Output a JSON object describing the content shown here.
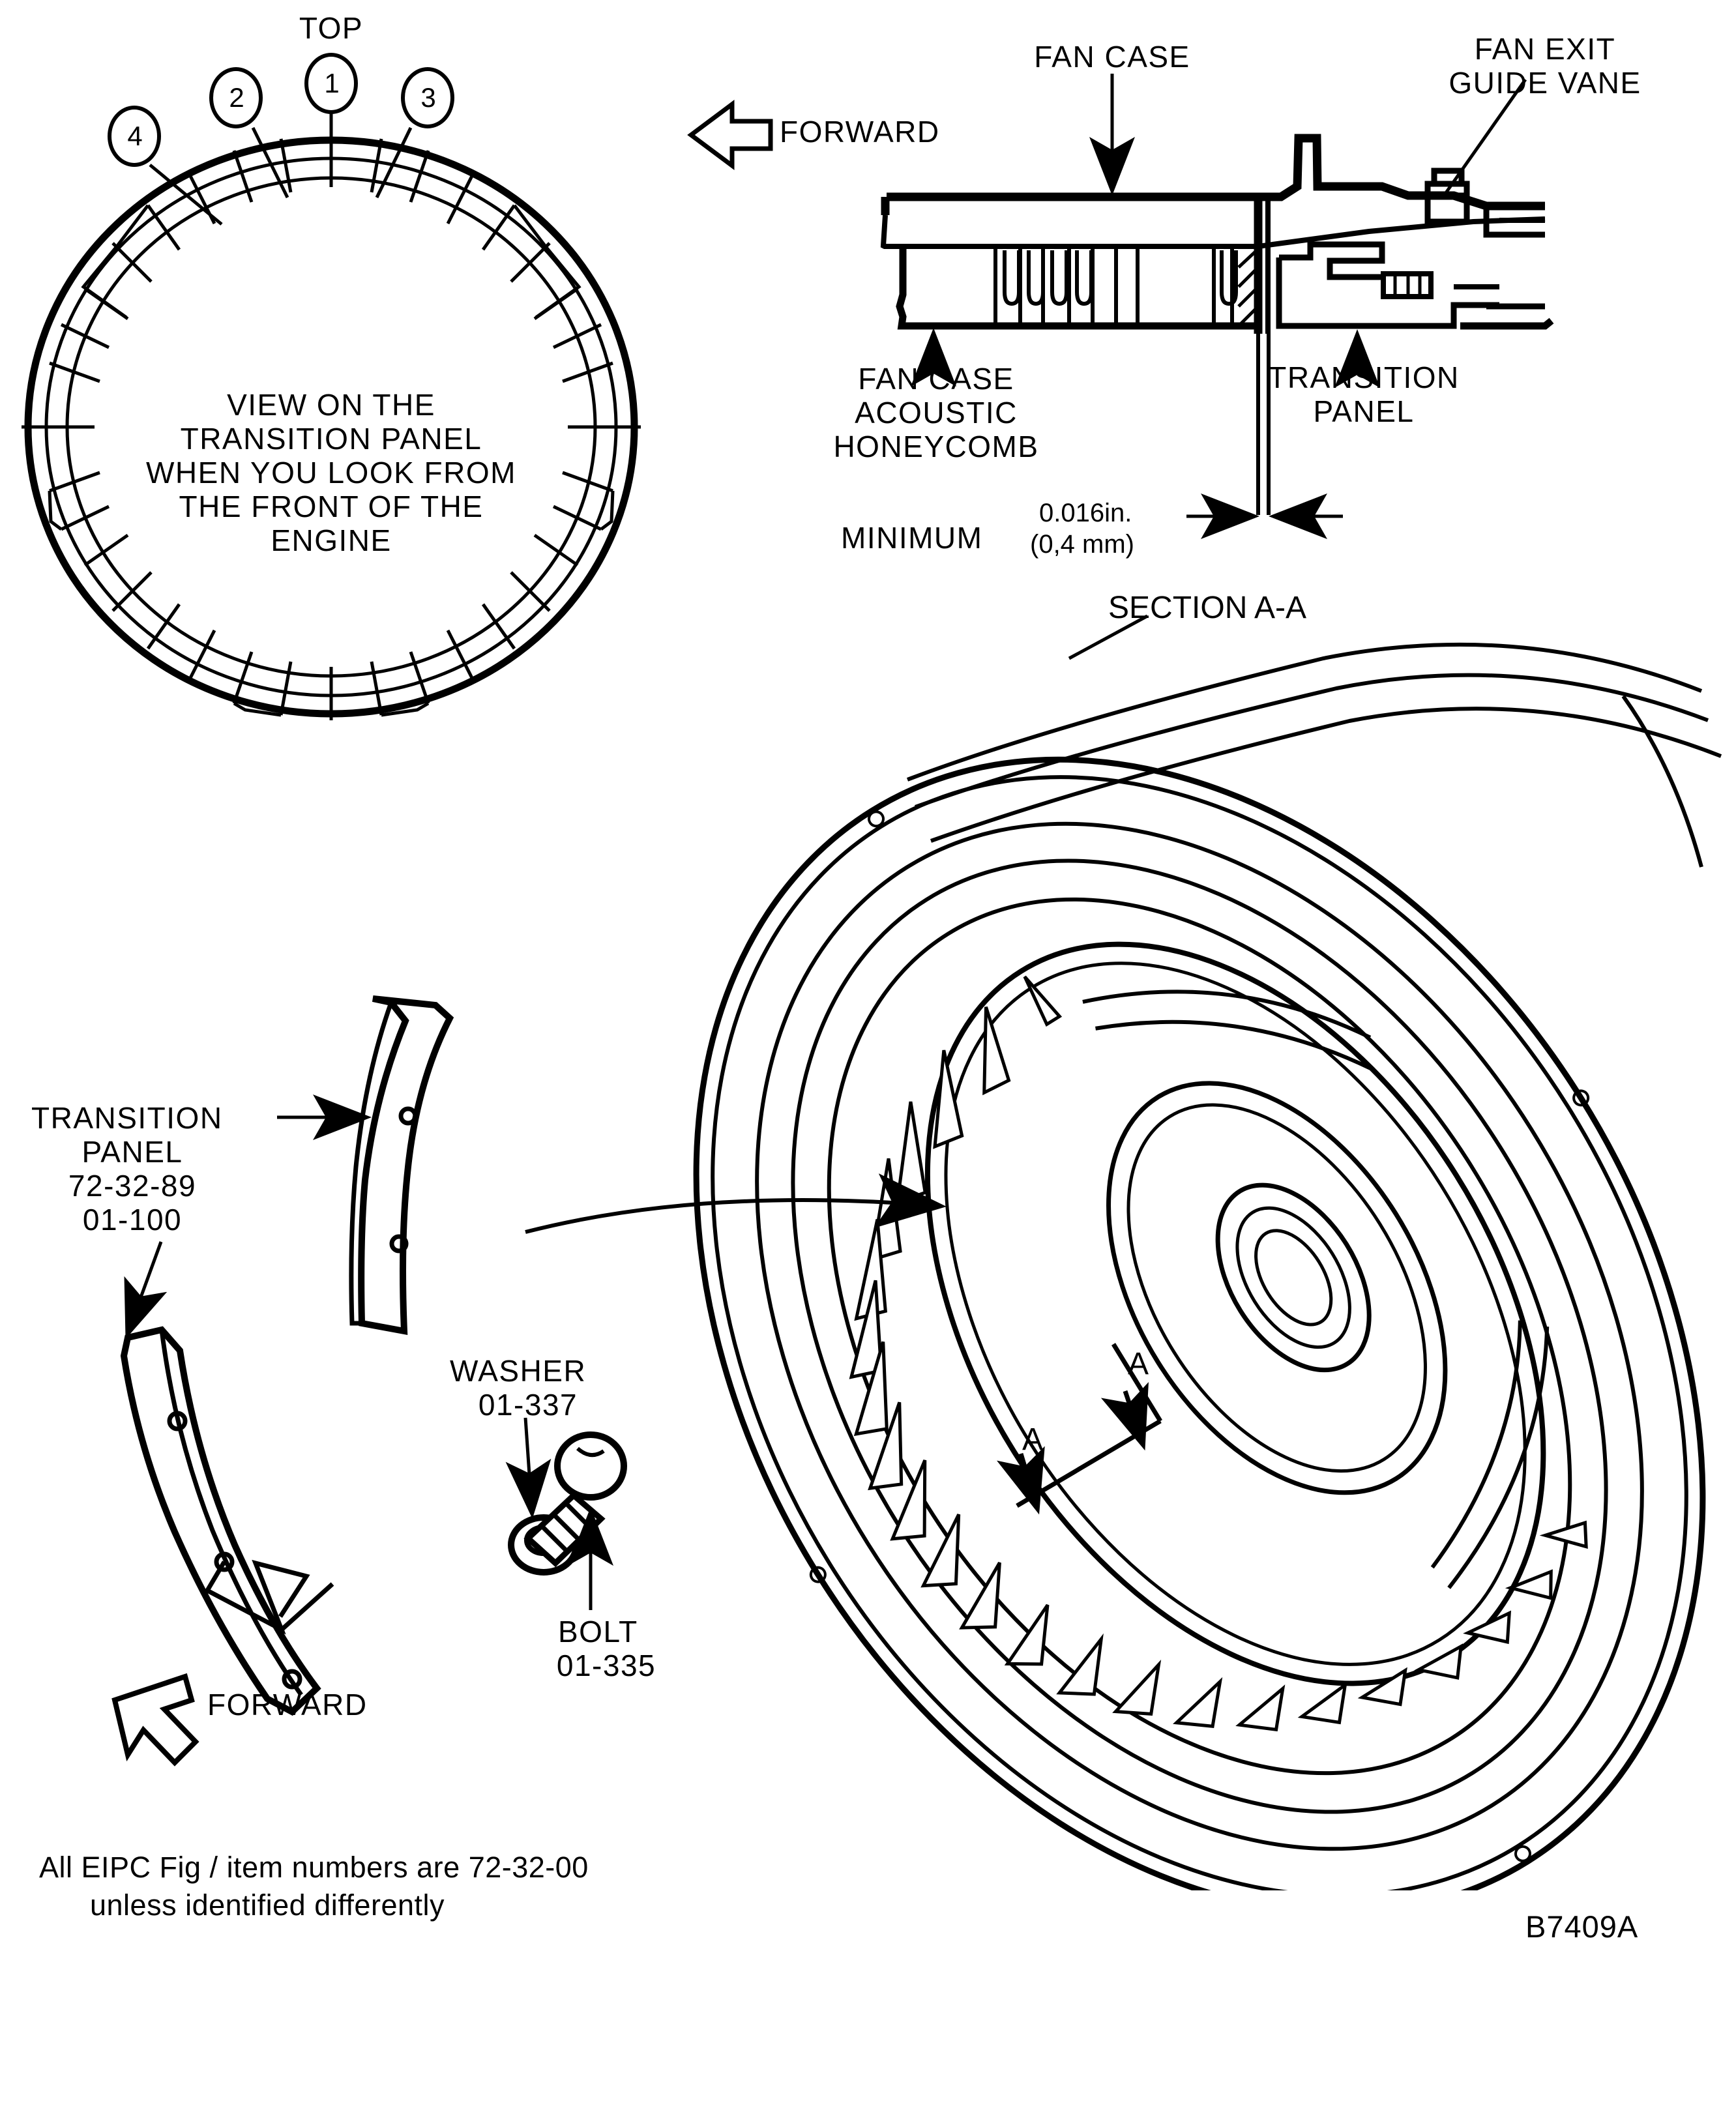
{
  "figure": {
    "id": "B7409A",
    "footnote_line1": "All EIPC Fig / item numbers are 72-32-00",
    "footnote_line2": "unless identified differently"
  },
  "front_view": {
    "top_label": "TOP",
    "callouts": [
      "1",
      "2",
      "3",
      "4"
    ],
    "center_text_lines": [
      "VIEW ON THE",
      "TRANSITION PANEL",
      "WHEN YOU LOOK FROM",
      "THE FRONT OF THE",
      "ENGINE"
    ]
  },
  "section_view": {
    "forward_label": "FORWARD",
    "fan_case_label": "FAN CASE",
    "fan_exit_guide_vane_line1": "FAN EXIT",
    "fan_exit_guide_vane_line2": "GUIDE VANE",
    "fan_case_acoustic_line1": "FAN CASE",
    "fan_case_acoustic_line2": "ACOUSTIC",
    "fan_case_acoustic_line3": "HONEYCOMB",
    "transition_panel_line1": "TRANSITION",
    "transition_panel_line2": "PANEL",
    "minimum_label": "MINIMUM",
    "dim_inch": "0.016in.",
    "dim_mm": "(0,4 mm)",
    "section_title": "SECTION A-A"
  },
  "exploded_view": {
    "transition_panel_line1": "TRANSITION",
    "transition_panel_line2": "PANEL",
    "transition_panel_pn1": "72-32-89",
    "transition_panel_pn2": "01-100",
    "washer_label": "WASHER",
    "washer_pn": "01-337",
    "bolt_label": "BOLT",
    "bolt_pn": "01-335",
    "forward_label": "FORWARD"
  },
  "isometric_view": {
    "section_marker_a_left": "A",
    "section_marker_a_right": "A"
  },
  "colors": {
    "line": "#000000",
    "background": "#ffffff"
  }
}
